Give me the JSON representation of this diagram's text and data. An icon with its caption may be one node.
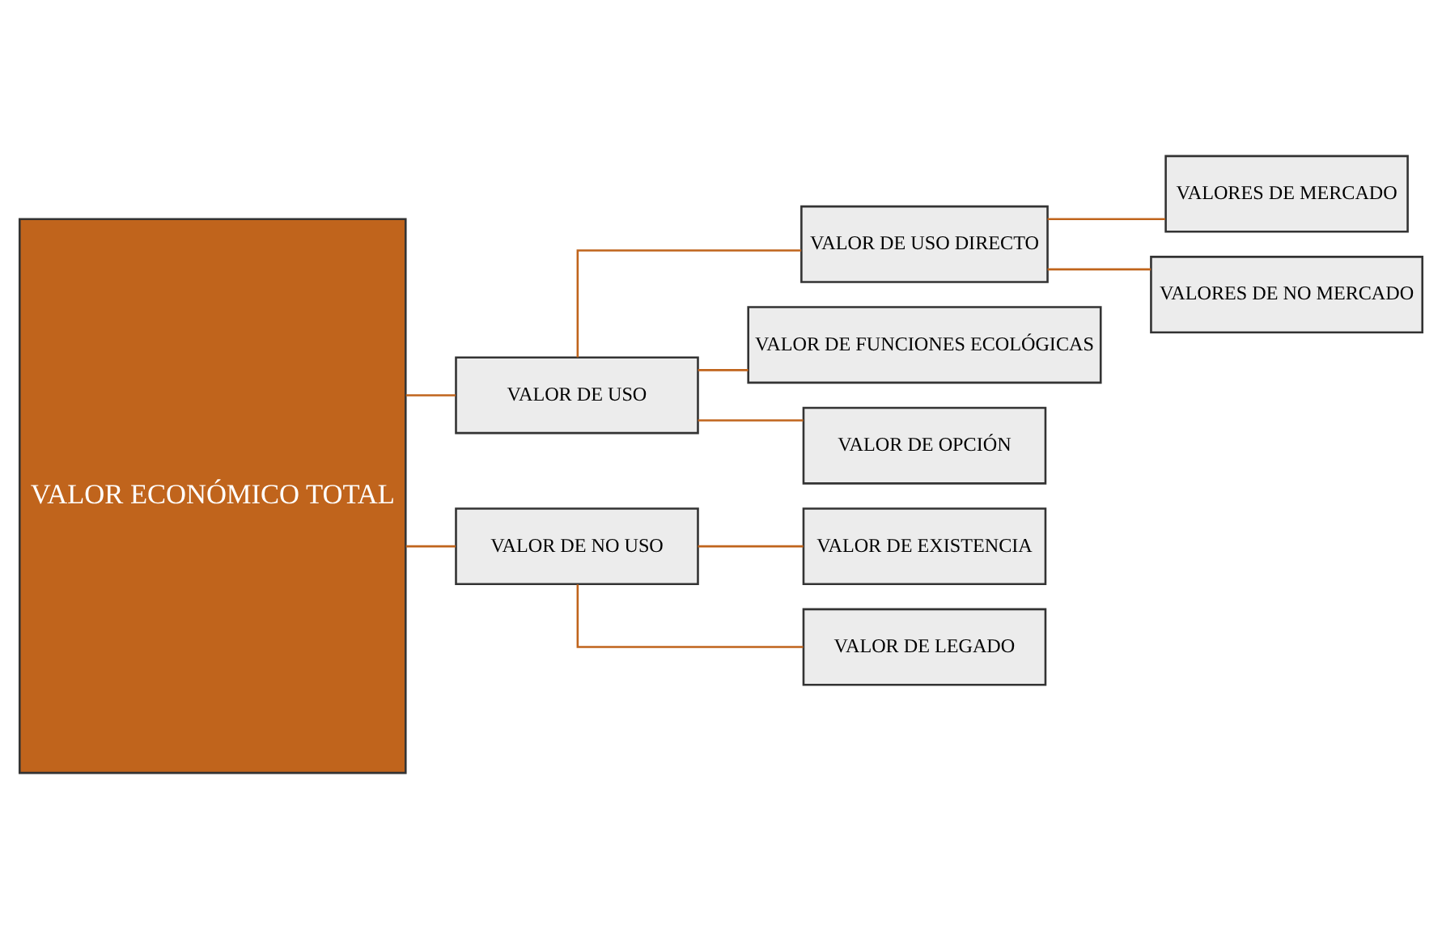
{
  "diagram": {
    "nodes": [
      {
        "text": [
          "VALOR ECONÓMICO TOTAL"
        ]
      },
      {
        "text": [
          "VALOR DE USO"
        ]
      },
      {
        "text": [
          "VALOR DE NO USO"
        ]
      },
      {
        "text": [
          "VALOR DE USO DIRECTO"
        ]
      },
      {
        "text": [
          "VALOR DE FUNCIONES ECOLÓGICAS"
        ]
      },
      {
        "text": [
          "VALOR DE OPCIÓN"
        ]
      },
      {
        "text": [
          "VALOR DE EXISTENCIA"
        ]
      },
      {
        "text": [
          "VALOR DE LEGADO"
        ]
      },
      {
        "text": [
          "VALORES DE MERCADO"
        ]
      },
      {
        "text": [
          "VALORES DE NO MERCADO"
        ]
      }
    ],
    "edges": [
      {
        "from": 0,
        "to": 1,
        "arrow": "none"
      },
      {
        "from": 0,
        "to": 2,
        "arrow": "none"
      },
      {
        "from": 1,
        "to": 3,
        "arrow": "none"
      },
      {
        "from": 1,
        "to": 4,
        "arrow": "none"
      },
      {
        "from": 1,
        "to": 5,
        "arrow": "none"
      },
      {
        "from": 2,
        "to": 6,
        "arrow": "none"
      },
      {
        "from": 2,
        "to": 7,
        "arrow": "none"
      },
      {
        "from": 3,
        "to": 8,
        "arrow": "none"
      },
      {
        "from": 3,
        "to": 9,
        "arrow": "none"
      }
    ]
  }
}
